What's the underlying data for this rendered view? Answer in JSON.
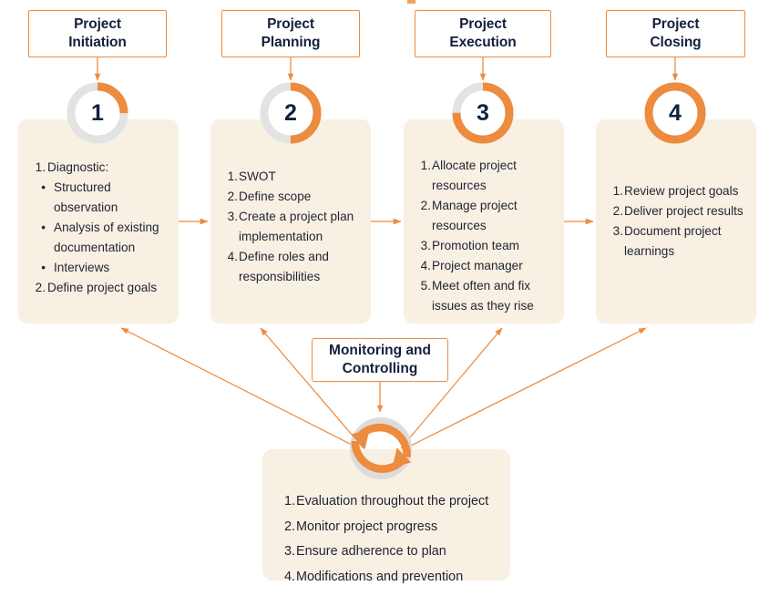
{
  "diagram": {
    "title_visible": false,
    "accent_color": "#ED8B3E",
    "ring_track_color": "#E3E3E3",
    "card_bg_color": "#F8F0E3",
    "text_color": "#1E2430",
    "heading_color": "#13203B",
    "background_color": "#FFFFFF"
  },
  "phases": [
    {
      "header": "Project\nInitiation",
      "header_line1": "Project",
      "header_line2": "Initiation",
      "step_number": "1",
      "progress_percent": 25,
      "items": [
        {
          "marker": "1.",
          "type": "number",
          "text": "Diagnostic:"
        },
        {
          "marker": "•",
          "type": "bullet",
          "text": "Structured observation"
        },
        {
          "marker": "•",
          "type": "bullet",
          "text": "Analysis of existing documentation"
        },
        {
          "marker": "•",
          "type": "bullet",
          "text": "Interviews"
        },
        {
          "marker": "2.",
          "type": "number",
          "text": "Define project goals"
        }
      ]
    },
    {
      "header": "Project\nPlanning",
      "header_line1": "Project",
      "header_line2": "Planning",
      "step_number": "2",
      "progress_percent": 50,
      "items": [
        {
          "marker": "1.",
          "type": "number",
          "text": "SWOT"
        },
        {
          "marker": "2.",
          "type": "number",
          "text": "Define scope"
        },
        {
          "marker": "3.",
          "type": "number",
          "text": "Create a project plan implementation"
        },
        {
          "marker": "4.",
          "type": "number",
          "text": "Define roles and responsibilities"
        }
      ]
    },
    {
      "header": "Project\nExecution",
      "header_line1": "Project",
      "header_line2": "Execution",
      "step_number": "3",
      "progress_percent": 75,
      "items": [
        {
          "marker": "1.",
          "type": "number",
          "text": "Allocate project resources"
        },
        {
          "marker": "2.",
          "type": "number",
          "text": "Manage project resources"
        },
        {
          "marker": "3.",
          "type": "number",
          "text": "Promotion team"
        },
        {
          "marker": "4.",
          "type": "number",
          "text": "Project manager"
        },
        {
          "marker": "5.",
          "type": "number",
          "text": "Meet often and fix issues as they rise"
        }
      ]
    },
    {
      "header": "Project\nClosing",
      "header_line1": "Project",
      "header_line2": "Closing",
      "step_number": "4",
      "progress_percent": 100,
      "items": [
        {
          "marker": "1.",
          "type": "number",
          "text": "Review project goals"
        },
        {
          "marker": "2.",
          "type": "number",
          "text": "Deliver project results"
        },
        {
          "marker": "3.",
          "type": "number",
          "text": "Document project learnings"
        }
      ]
    }
  ],
  "monitoring": {
    "header_line1": "Monitoring and",
    "header_line2": "Controlling",
    "icon": "cycle-arrows-icon",
    "items": [
      {
        "marker": "1.",
        "text": "Evaluation throughout the project"
      },
      {
        "marker": "2.",
        "text": "Monitor project progress"
      },
      {
        "marker": "3.",
        "text": "Ensure adherence to plan"
      },
      {
        "marker": "4.",
        "text": "Modifications and prevention"
      }
    ]
  }
}
